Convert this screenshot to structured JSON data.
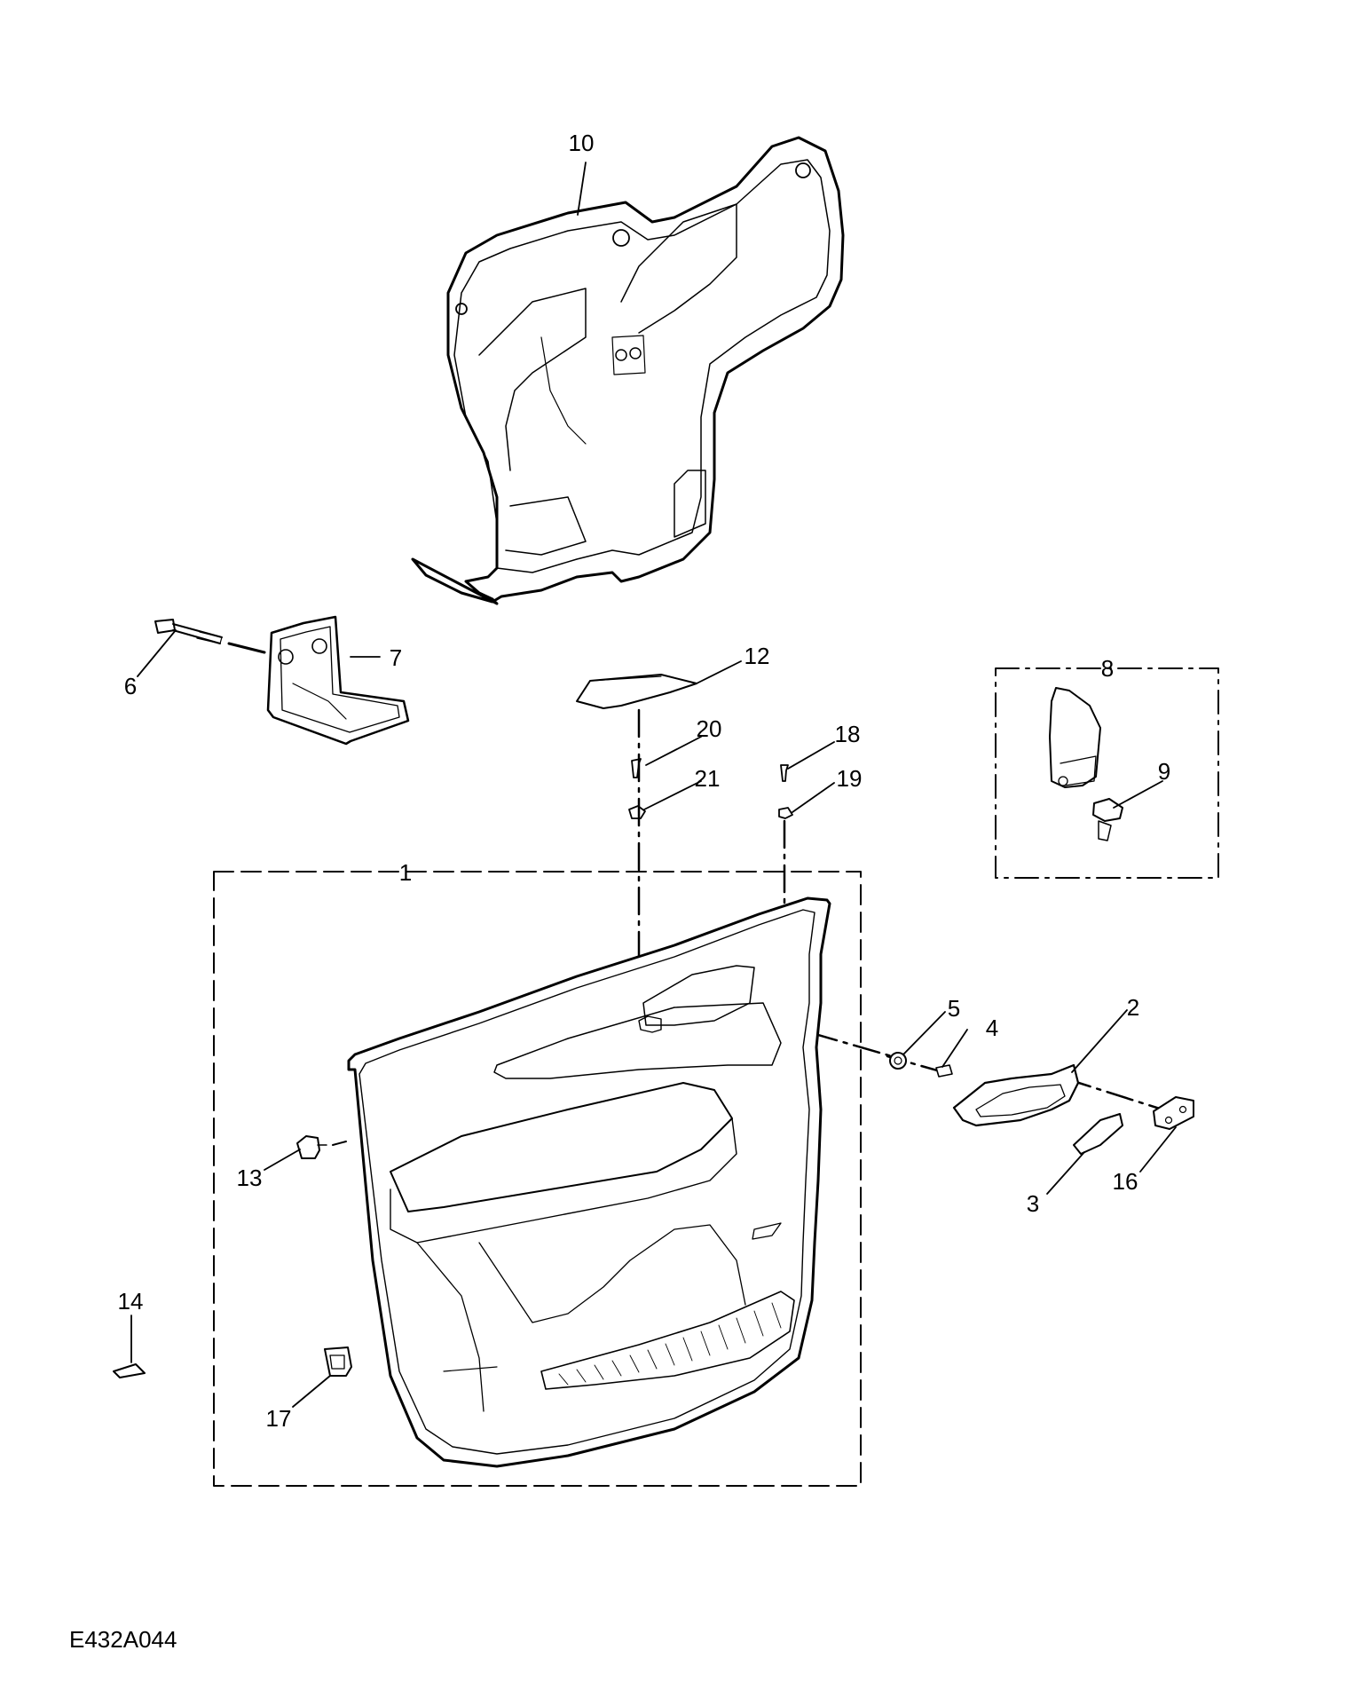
{
  "diagram": {
    "code": "E432A044",
    "callouts": [
      {
        "id": "1",
        "label": "1"
      },
      {
        "id": "2",
        "label": "2"
      },
      {
        "id": "3",
        "label": "3"
      },
      {
        "id": "4",
        "label": "4"
      },
      {
        "id": "5",
        "label": "5"
      },
      {
        "id": "6",
        "label": "6"
      },
      {
        "id": "7",
        "label": "7"
      },
      {
        "id": "8",
        "label": "8"
      },
      {
        "id": "9",
        "label": "9"
      },
      {
        "id": "10",
        "label": "10"
      },
      {
        "id": "12",
        "label": "12"
      },
      {
        "id": "13",
        "label": "13"
      },
      {
        "id": "14",
        "label": "14"
      },
      {
        "id": "16",
        "label": "16"
      },
      {
        "id": "17",
        "label": "17"
      },
      {
        "id": "18",
        "label": "18"
      },
      {
        "id": "19",
        "label": "19"
      },
      {
        "id": "20",
        "label": "20"
      },
      {
        "id": "21",
        "label": "21"
      }
    ]
  }
}
